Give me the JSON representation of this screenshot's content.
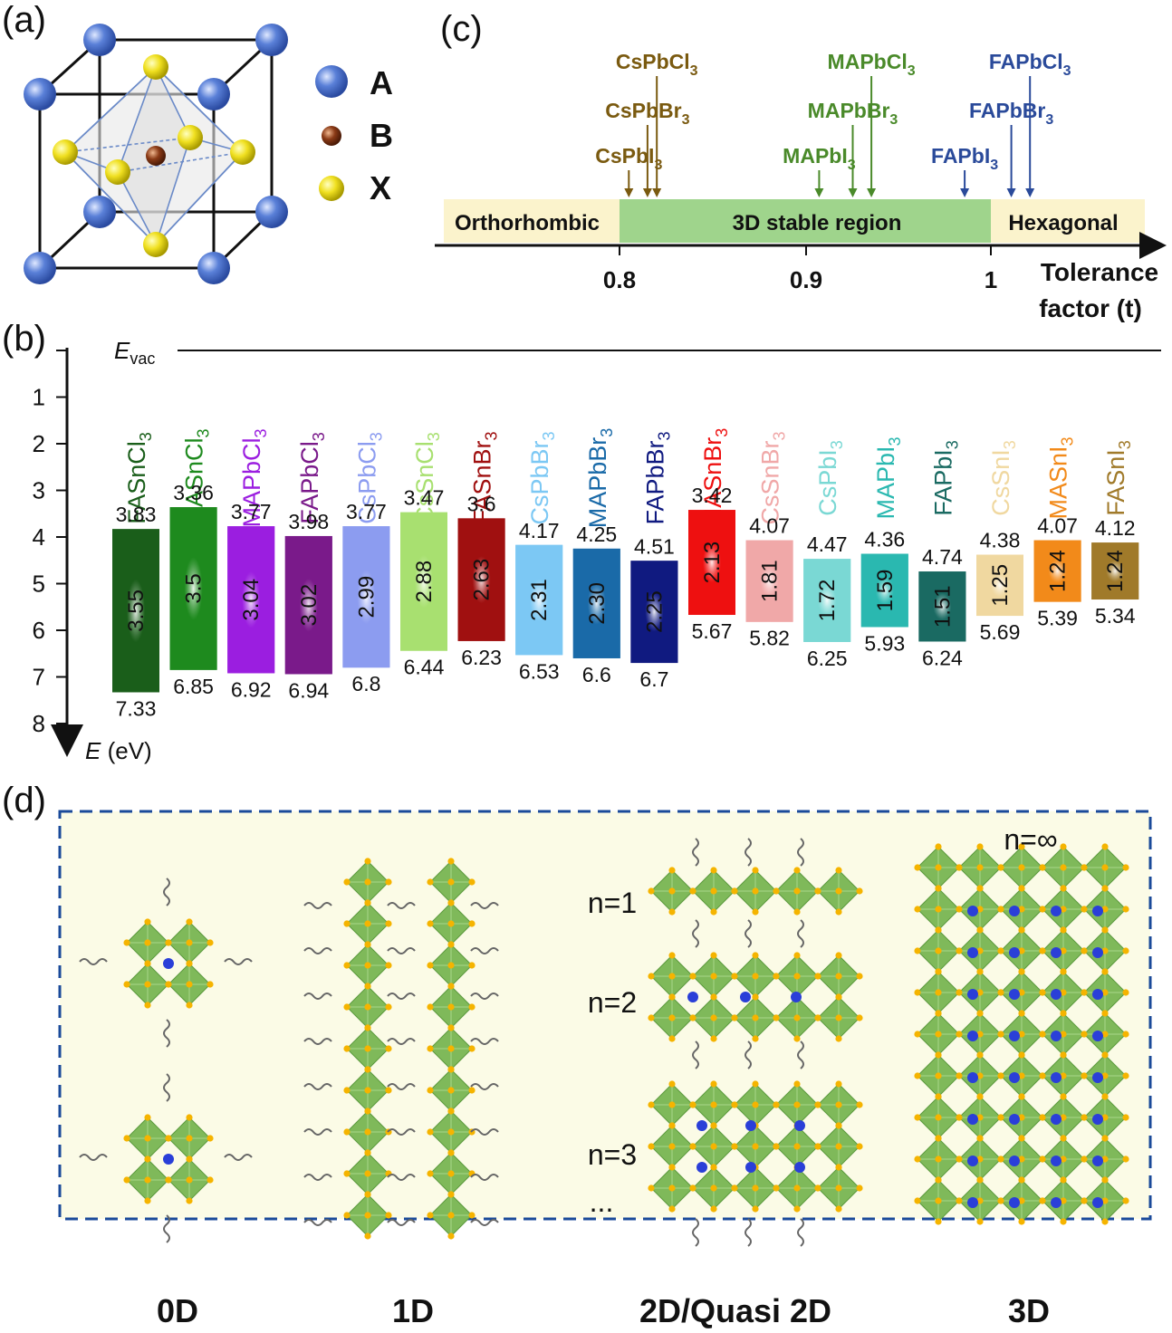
{
  "panels": {
    "a": {
      "label": "(a)",
      "legend": [
        {
          "symbol": "A",
          "color": "#4a6fc8"
        },
        {
          "symbol": "B",
          "color": "#8a3a16"
        },
        {
          "symbol": "X",
          "color": "#f0e020"
        }
      ]
    },
    "c": {
      "label": "(c)",
      "regions": [
        {
          "label": "Orthorhombic",
          "color": "#fbf3cc"
        },
        {
          "label": "3D stable region",
          "color": "#9fd48c"
        },
        {
          "label": "Hexagonal",
          "color": "#fbf3cc"
        }
      ],
      "ticks": [
        "0.8",
        "0.9",
        "1"
      ],
      "axis_title": [
        "Tolerance",
        "factor (t)"
      ],
      "compounds": [
        {
          "base": "CsPbCl",
          "sub": "3",
          "t": 0.82,
          "level": 0,
          "color": "#7a5a10"
        },
        {
          "base": "CsPbBr",
          "sub": "3",
          "t": 0.815,
          "level": 1,
          "color": "#7a5a10"
        },
        {
          "base": "CsPbI",
          "sub": "3",
          "t": 0.805,
          "level": 2,
          "color": "#7a5a10"
        },
        {
          "base": "MAPbCl",
          "sub": "3",
          "t": 0.935,
          "level": 0,
          "color": "#4a8a2a"
        },
        {
          "base": "MAPbBr",
          "sub": "3",
          "t": 0.925,
          "level": 1,
          "color": "#4a8a2a"
        },
        {
          "base": "MAPbI",
          "sub": "3",
          "t": 0.907,
          "level": 2,
          "color": "#4a8a2a"
        },
        {
          "base": "FAPbCl",
          "sub": "3",
          "t": 1.02,
          "level": 0,
          "color": "#2a4a9a"
        },
        {
          "base": "FAPbBr",
          "sub": "3",
          "t": 1.01,
          "level": 1,
          "color": "#2a4a9a"
        },
        {
          "base": "FAPbI",
          "sub": "3",
          "t": 0.985,
          "level": 2,
          "color": "#2a4a9a"
        }
      ]
    },
    "b": {
      "label": "(b)",
      "vacuum_label": "E",
      "vacuum_sub": "vac",
      "y_ticks": [
        "1",
        "2",
        "3",
        "4",
        "5",
        "6",
        "7",
        "8"
      ],
      "y_axis_label": "E",
      "y_axis_unit": "(eV)"
    },
    "d": {
      "label": "(d)",
      "labels_top": [
        "n=∞"
      ],
      "n_labels": [
        "n=1",
        "n=2",
        "n=3",
        "..."
      ],
      "bottom_labels": [
        "0D",
        "1D",
        "2D/Quasi 2D",
        "3D"
      ]
    }
  },
  "chart_data": {
    "type": "bar",
    "ylabel": "E (eV)",
    "ylim": [
      0,
      8
    ],
    "categories": [
      {
        "base": "FASnCl",
        "sub": "3",
        "top": 3.83,
        "bottom": 7.33,
        "gap": "3.55",
        "top_label": "3.83",
        "bottom_label": "7.33",
        "color": "#1a5e1a"
      },
      {
        "base": "MASnCl",
        "sub": "3",
        "top": 3.36,
        "bottom": 6.85,
        "gap": "3.5",
        "top_label": "3.36",
        "bottom_label": "6.85",
        "color": "#1e8a1e"
      },
      {
        "base": "MAPbCl",
        "sub": "3",
        "top": 3.77,
        "bottom": 6.92,
        "gap": "3.04",
        "top_label": "3.77",
        "bottom_label": "6.92",
        "color": "#9b1ee0"
      },
      {
        "base": "FAPbCl",
        "sub": "3",
        "top": 3.98,
        "bottom": 6.94,
        "gap": "3.02",
        "top_label": "3.98",
        "bottom_label": "6.94",
        "color": "#7a1a8a"
      },
      {
        "base": "CsPbCl",
        "sub": "3",
        "top": 3.77,
        "bottom": 6.8,
        "gap": "2.99",
        "top_label": "3.77",
        "bottom_label": "6.8",
        "color": "#8c9cf0"
      },
      {
        "base": "CsSnCl",
        "sub": "3",
        "top": 3.47,
        "bottom": 6.44,
        "gap": "2.88",
        "top_label": "3.47",
        "bottom_label": "6.44",
        "color": "#a8e070"
      },
      {
        "base": "FASnBr",
        "sub": "3",
        "top": 3.6,
        "bottom": 6.23,
        "gap": "2.63",
        "top_label": "3.6",
        "bottom_label": "6.23",
        "color": "#a01010"
      },
      {
        "base": "CsPbBr",
        "sub": "3",
        "top": 4.17,
        "bottom": 6.53,
        "gap": "2.31",
        "top_label": "4.17",
        "bottom_label": "6.53",
        "color": "#7cc8f4"
      },
      {
        "base": "MAPbBr",
        "sub": "3",
        "top": 4.25,
        "bottom": 6.6,
        "gap": "2.30",
        "top_label": "4.25",
        "bottom_label": "6.6",
        "color": "#1a6aa8"
      },
      {
        "base": "FAPbBr",
        "sub": "3",
        "top": 4.51,
        "bottom": 6.7,
        "gap": "2.25",
        "top_label": "4.51",
        "bottom_label": "6.7",
        "color": "#101a80"
      },
      {
        "base": "MASnBr",
        "sub": "3",
        "top": 3.42,
        "bottom": 5.67,
        "gap": "2.13",
        "top_label": "3.42",
        "bottom_label": "5.67",
        "color": "#ee1010"
      },
      {
        "base": "CsSnBr",
        "sub": "3",
        "top": 4.07,
        "bottom": 5.82,
        "gap": "1.81",
        "top_label": "4.07",
        "bottom_label": "5.82",
        "color": "#f0a8a8"
      },
      {
        "base": "CsPbI",
        "sub": "3",
        "top": 4.47,
        "bottom": 6.25,
        "gap": "1.72",
        "top_label": "4.47",
        "bottom_label": "6.25",
        "color": "#7ad8d4"
      },
      {
        "base": "MAPbI",
        "sub": "3",
        "top": 4.36,
        "bottom": 5.93,
        "gap": "1.59",
        "top_label": "4.36",
        "bottom_label": "5.93",
        "color": "#2ab8b0"
      },
      {
        "base": "FAPbI",
        "sub": "3",
        "top": 4.74,
        "bottom": 6.24,
        "gap": "1.51",
        "top_label": "4.74",
        "bottom_label": "6.24",
        "color": "#1a6a62"
      },
      {
        "base": "CsSnI",
        "sub": "3",
        "top": 4.38,
        "bottom": 5.69,
        "gap": "1.25",
        "top_label": "4.38",
        "bottom_label": "5.69",
        "color": "#f0d8a0"
      },
      {
        "base": "MASnI",
        "sub": "3",
        "top": 4.07,
        "bottom": 5.39,
        "gap": "1.24",
        "top_label": "4.07",
        "bottom_label": "5.39",
        "color": "#f28a1a"
      },
      {
        "base": "FASnI",
        "sub": "3",
        "top": 4.12,
        "bottom": 5.34,
        "gap": "1.24",
        "top_label": "4.12",
        "bottom_label": "5.34",
        "color": "#a07a2a"
      }
    ]
  },
  "colors": {
    "octahedron_green": "#7fb95a",
    "octahedron_dark": "#5c9a3e",
    "vertex_yellow": "#f5b400",
    "cation_blue": "#2a3fd8",
    "panel_d_bg": "#fbfbe6",
    "panel_d_border": "#1a4a9a"
  }
}
